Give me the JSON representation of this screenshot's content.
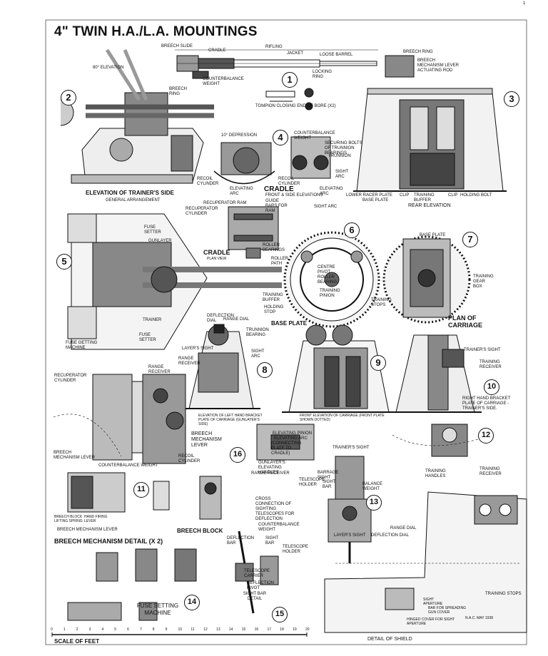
{
  "title": "4\" TWIN H.A./L.A. MOUNTINGS",
  "corner_mark": "1",
  "credit": "N.A.C. MAY 1938",
  "figure_numbers": [
    "1",
    "2",
    "3",
    "4",
    "5",
    "6",
    "7",
    "8",
    "9",
    "10",
    "11",
    "12",
    "13",
    "14",
    "15",
    "16"
  ],
  "captions": {
    "elevation": "ELEVATION OF TRAINER'S SIDE",
    "general": "GENERAL ARRANGEMENT",
    "rear_elevation": "REAR ELEVATION",
    "cradle_front": "CRADLE",
    "cradle_plan": "CRADLE",
    "plan_view": "PLAN VIEW",
    "base_plate": "BASE PLATE",
    "plan_of_carriage": "PLAN OF CARRIAGE",
    "elev_left": "ELEVATION OF LEFT HAND BRACKET PLATE OF CARRIAGE (GUNLAYER'S SIDE)",
    "front_elev": "FRONT ELEVATION OF CARRIAGE (FRONT PLATE SHOWN DOTTED)",
    "right_hand": "RIGHT HAND BRACKET PLATE OF CARRIAGE - TRAINER'S SIDE.",
    "breech_block": "BREECH BLOCK",
    "breech_detail": "BREECH MECHANISM DETAIL (X 2)",
    "fuse_setting": "FUSE SETTING MACHINE",
    "sight_bar": "SIGHT BAR DETAIL",
    "scale": "SCALE OF FEET",
    "shield": "DETAIL OF SHIELD"
  },
  "scale_ticks": [
    "0",
    "1",
    "2",
    "3",
    "4",
    "5",
    "6",
    "7",
    "8",
    "9",
    "10",
    "11",
    "12",
    "13",
    "14",
    "15",
    "16",
    "17",
    "18",
    "19",
    "20"
  ],
  "labels": {
    "breech_slide": "BREECH SLIDE",
    "cradle": "CRADLE",
    "rifling": "RIFLING",
    "jacket": "JACKET",
    "loose_barrel": "LOOSE BARREL",
    "locking_ring": "LOCKING RING",
    "breech_ring": "BREECH RING",
    "breech_ring_top": "BREECH RING",
    "counterbalance_weight": "COUNTERBALANCE WEIGHT",
    "tompion": "TOMPION CLOSING END OF BORE (X2)",
    "breech_mech_rod": "BREECH MECHANISM LEVER ACTUATING ROD",
    "elev80": "80° ELEVATION",
    "depression": "10° DEPRESSION",
    "cb_weight2": "COUNTERBALANCE WEIGHT",
    "securing_bolts": "SECURING BOLTS OF TRUNNION BEARINGS",
    "trunnion": "TRUNNION",
    "recoil_cylinder": "RECOIL CYLINDER",
    "recoil_cylinder2": "RECOIL CYLINDER",
    "elevating_arc": "ELEVATING ARC",
    "elevating_arc2": "ELEVATING ARC",
    "sight_arc": "SIGHT ARC",
    "front_side": "FRONT & SIDE ELEVATIONS",
    "lower_racer": "LOWER RACER PLATE",
    "base_plate_lbl": "BASE PLATE",
    "clip": "CLIP",
    "training_buffer": "TRAINING BUFFER",
    "clip2": "CLIP",
    "holding_bolt": "HOLDING BOLT",
    "recuperator_ram": "RECUPERATOR RAM",
    "recuperator_cylinder": "RECUPERATOR CYLINDER",
    "guide_bars": "GUIDE BARS FOR RAM",
    "sight_arc2": "SIGHT ARC",
    "fuse_setter": "FUSE SETTER",
    "gunlayer": "GUNLAYER",
    "trainer": "TRAINER",
    "fuse_setter2": "FUSE SETTER",
    "fuse_getting": "FUSE GETTING MACHINE",
    "roller_bearings": "ROLLER BEARINGS",
    "roller_path": "ROLLER PATH",
    "centre_pivot": "CENTRE PIVOT ROLLER BEARING",
    "training_pinion": "TRAINING PINION",
    "training_buffer2": "TRAINING BUFFER",
    "holding_stop": "HOLDING STOP",
    "training_stops": "TRAINING STOPS",
    "base_plate7": "BASE PLATE",
    "training_gear_box": "TRAINING GEAR BOX",
    "deflection_dial": "DEFLECTION DIAL",
    "range_dial": "RANGE DIAL",
    "trunnion_bearing": "TRUNNION BEARING",
    "layers_sight": "LAYER'S SIGHT",
    "sight_arc3": "SIGHT ARC",
    "range_receiver": "RANGE RECEIVER",
    "trainers_sight": "TRAINER'S SIGHT",
    "training_receiver": "TRAINING RECEIVER",
    "recuperator_cyl2": "RECUPERATOR CYLINDER",
    "breech_mech_lever": "BREECH MECHANISM LEVER",
    "breech_mech_lever2": "BREECH MECHANISM LEVER",
    "counterbalance_weight3": "COUNTERBALANCE WEIGHT",
    "recoil_cyl3": "RECOIL CYLINDER",
    "elevating_pinion": "ELEVATING PINION",
    "elevating_arc3": "ELEVATING ARC",
    "connecting_plate": "(CONNECTING PLATE TO CRADLE)",
    "trainers_sight2": "TRAINER'S SIGHT",
    "gunlayers_elev": "GUNLAYER'S ELEVATING HANDLES",
    "range_receiver2": "RANGE RECEIVER",
    "barrage_sight": "BARRAGE SIGHT",
    "telescope_holder": "TELESCOPE HOLDER",
    "sight_bar": "SIGHT BAR",
    "balance_weight": "BALANCE WEIGHT",
    "training_handles": "TRAINING HANDLES",
    "training_receiver2": "TRAINING RECEIVER",
    "cross_connection": "CROSS CONNECTION OF SIGHTING TELESCOPES FOR DEFLECTION",
    "range_dial2": "RANGE DIAL",
    "layers_sight2": "LAYER'S SIGHT",
    "deflection_dial2": "DEFLECTION DIAL",
    "breech_block_lifting": "BREECH BLOCK LIFTING SPRING",
    "hand_firing": "HAND FIRING LEVER",
    "breech_mech_lever3": "BREECH MECHANISM LEVER",
    "counterbalance_weight4": "COUNTERBALANCE WEIGHT",
    "deflection_bar": "DEFLECTION BAR",
    "sight_bar2": "SIGHT BAR",
    "telescope_holder2": "TELESCOPE HOLDER",
    "telescope_carrier": "TELESCOPE CARRIER",
    "deflection_pivot": "DEFLECTION PIVOT",
    "sight_aperture": "SIGHT APERTURE",
    "bar_for_spreading": "BAR FOR SPREADING GUN COVER",
    "hinged_cover": "HINGED COVER FOR SIGHT APERTURE",
    "training_stops2": "TRAINING STOPS",
    "range_receiver3": "RANGE RECEIVER"
  }
}
